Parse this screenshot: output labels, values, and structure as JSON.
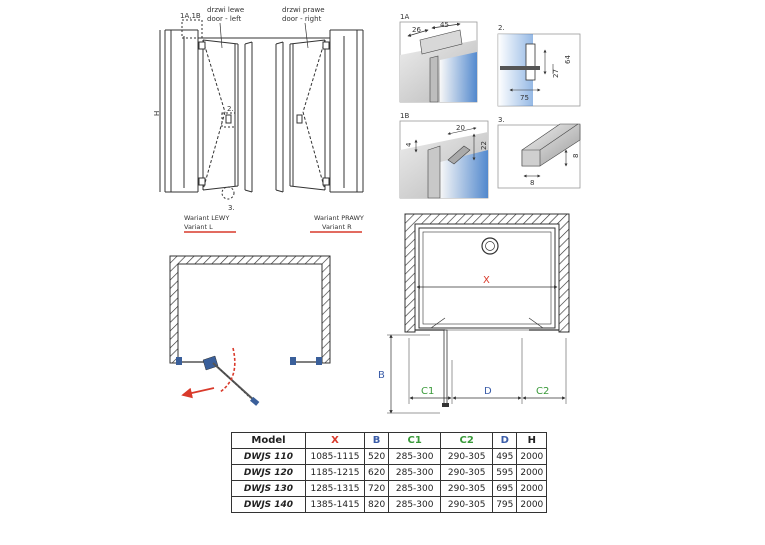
{
  "labels": {
    "callout_1a1b": "1A,1B",
    "door_left_pl": "drzwi lewe",
    "door_left_en": "door - left",
    "door_right_pl": "drzwi prawe",
    "door_right_en": "door - right",
    "height_mark": "H",
    "callout_2": "2.",
    "callout_3": "3.",
    "variant_left_pl": "Wariant LEWY",
    "variant_left_en": "Variant L",
    "variant_right_pl": "Wariant PRAWY",
    "variant_right_en": "Variant R"
  },
  "details": {
    "d1a": {
      "title": "1A",
      "dim_a": "26",
      "dim_b": "45"
    },
    "d2": {
      "title": "2.",
      "dim_a": "64",
      "dim_b": "27",
      "dim_c": "75"
    },
    "d1b": {
      "title": "1B",
      "dim_a": "20",
      "dim_b": "4",
      "dim_c": "22"
    },
    "d3": {
      "title": "3.",
      "dim_a": "8",
      "dim_b": "8"
    }
  },
  "plan": {
    "x": "X",
    "b": "B",
    "c1": "C1",
    "d": "D",
    "c2": "C2"
  },
  "colors": {
    "accent_red": "#d93a2b",
    "dim_green": "#3a9a3a",
    "dim_blue": "#3a5ca8",
    "glass_blue": "#3f7fd0",
    "hinge_blue": "#3a5f9a",
    "line": "#333333"
  },
  "table": {
    "headers": [
      "Model",
      "X",
      "B",
      "C1",
      "C2",
      "D",
      "H"
    ],
    "rows": [
      [
        "DWJS 110",
        "1085-1115",
        "520",
        "285-300",
        "290-305",
        "495",
        "2000"
      ],
      [
        "DWJS 120",
        "1185-1215",
        "620",
        "285-300",
        "290-305",
        "595",
        "2000"
      ],
      [
        "DWJS 130",
        "1285-1315",
        "720",
        "285-300",
        "290-305",
        "695",
        "2000"
      ],
      [
        "DWJS 140",
        "1385-1415",
        "820",
        "285-300",
        "290-305",
        "795",
        "2000"
      ]
    ]
  }
}
